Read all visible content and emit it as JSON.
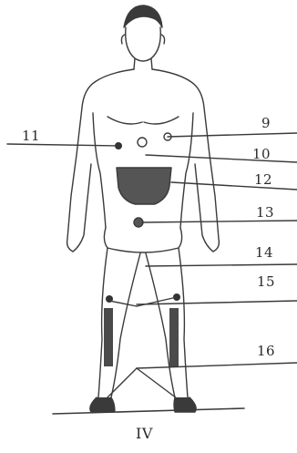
{
  "labels": {
    "left_11": "11",
    "right_9": "9",
    "right_10": "10",
    "right_12": "12",
    "right_13": "13",
    "right_14": "14",
    "right_15": "15",
    "right_16": "16",
    "caption": "IV"
  }
}
